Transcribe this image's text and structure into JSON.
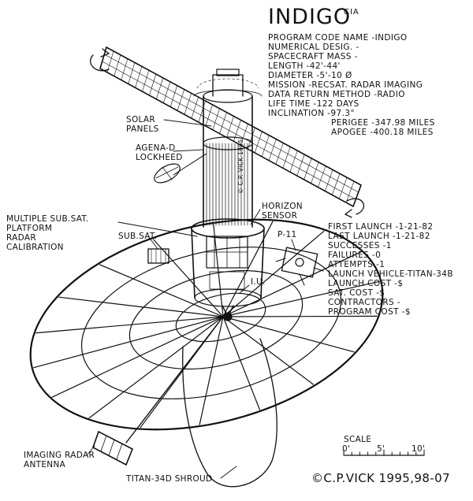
{
  "header": {
    "title": "INDIGO",
    "agency": "CIA"
  },
  "specs": {
    "program_code_name": "PROGRAM CODE NAME -INDIGO",
    "numerical_desig": "NUMERICAL DESIG. -",
    "spacecraft_mass": "SPACECRAFT MASS -",
    "length": "LENGTH      -42'-44'",
    "diameter": "DIAMETER   -5'-10 Ø",
    "mission": "MISSION     -RECSAT. RADAR IMAGING",
    "data_return": "DATA RETURN METHOD -RADIO",
    "life_time": "LIFE TIME        -122 DAYS",
    "inclination": "INCLINATION     -97.3°",
    "perigee": "PERIGEE -347.98 MILES",
    "apogee": "APOGEE -400.18 MILES"
  },
  "launch": {
    "first_launch": "FIRST LAUNCH   -1-21-82",
    "last_launch": "LAST LAUNCH    -1-21-82",
    "successes": "SUCCESSES       -1",
    "failures": "FAILURES           -0",
    "attempts": "ATTEMPTS           -1",
    "launch_vehicle": "LAUNCH VEHICLE-TITAN-34B",
    "launch_cost": "LAUNCH COST  -$",
    "sat_cost": "SAT. COST        -$",
    "contractors": "CONTRACTORS   -",
    "program_cost": "PROGRAM COST  -$"
  },
  "labels": {
    "solar_panels": "SOLAR\nPANELS",
    "agena": "AGENA-D\nLOCKHEED",
    "horizon_sensor": "HORIZON\nSENSOR",
    "multiple_sub_sat": "MULTIPLE SUB.SAT.\nPLATFORM\nRADAR\nCALIBRATION",
    "sub_sat": "SUB.SAT.",
    "p11": "P-11",
    "iu": "I.U.",
    "imaging_radar": "IMAGING RADAR\nANTENNA",
    "shroud": "TITAN-34D SHROUD",
    "vertical_credit": "© C.P. VICK 1995"
  },
  "scale": {
    "label": "SCALE",
    "ticks": [
      "0'",
      "5'",
      "10'"
    ]
  },
  "credit": "©C.P.VICK 1995,98-07",
  "colors": {
    "ink": "#111111",
    "paper": "#ffffff"
  }
}
